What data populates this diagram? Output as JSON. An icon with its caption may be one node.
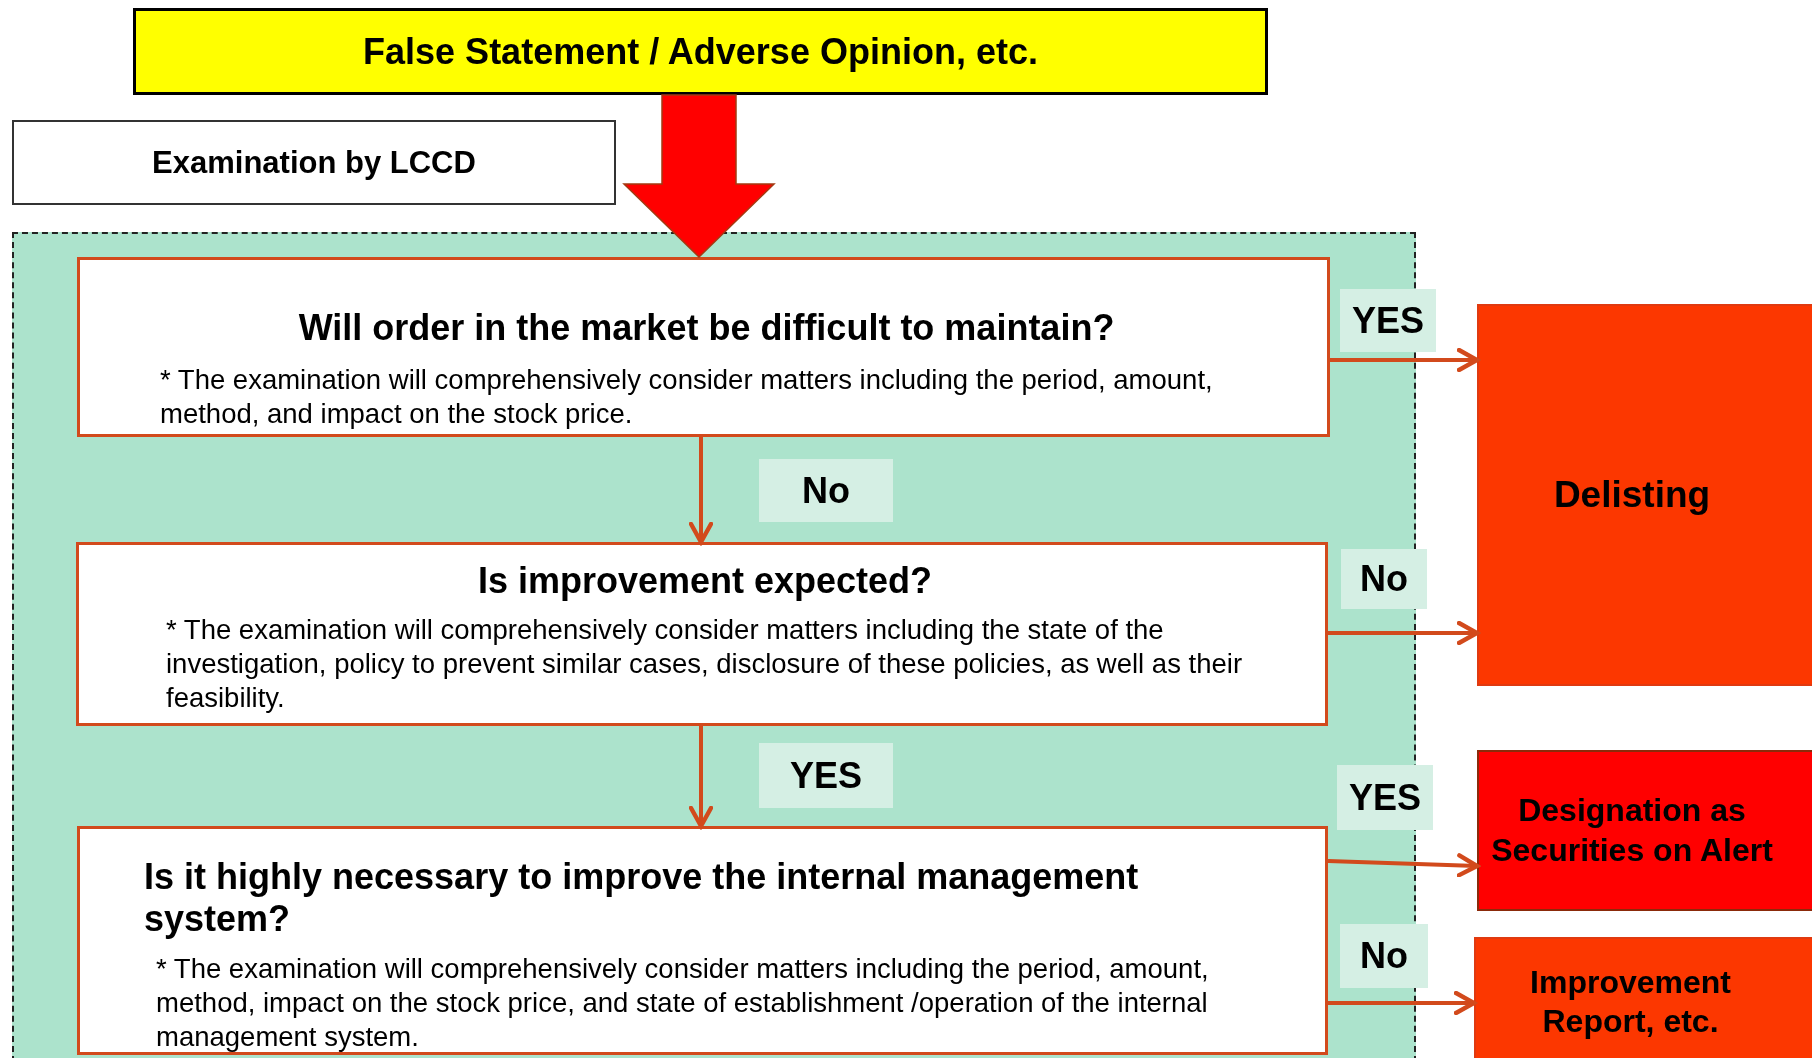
{
  "diagram": {
    "nodes": [
      {
        "text": [
          "False Statement / Adverse Opinion, etc."
        ]
      },
      {
        "text": [
          "Examination by LCCD"
        ]
      },
      {
        "text": [
          "Will order in the market be difficult to maintain?",
          "* The examination will comprehensively consider matters including the period, amount, method, and impact on the stock price."
        ],
        "in": 1
      },
      {
        "text": [
          "Is improvement expected?",
          "* The examination will comprehensively consider matters including the state of the investigation, policy to prevent similar cases, disclosure of these policies, as well as their feasibility."
        ],
        "in": 1
      },
      {
        "text": [
          "Is it highly necessary to improve the internal management system?",
          "* The examination will comprehensively consider matters including the period, amount, method, impact on the stock price, and state of establishment /operation of the internal management system."
        ],
        "in": 1
      },
      {
        "text": [
          "Delisting"
        ]
      },
      {
        "text": [
          "Designation as Securities on Alert"
        ]
      },
      {
        "text": [
          "Improvement Report, etc."
        ]
      }
    ],
    "edges": [
      {
        "from": 0,
        "to": 2,
        "arrow": "to",
        "style": "thick",
        "color": "#ff0000"
      },
      {
        "from": 2,
        "to": 3,
        "arrow": "to",
        "label": "No"
      },
      {
        "from": 3,
        "to": 4,
        "arrow": "to",
        "label": "YES"
      },
      {
        "from": 2,
        "to": 5,
        "arrow": "to",
        "label": "YES"
      },
      {
        "from": 3,
        "to": 5,
        "arrow": "to",
        "label": "No"
      },
      {
        "from": 4,
        "to": 6,
        "arrow": "to",
        "label": "YES"
      },
      {
        "from": 4,
        "to": 7,
        "arrow": "to",
        "label": "No"
      }
    ]
  }
}
